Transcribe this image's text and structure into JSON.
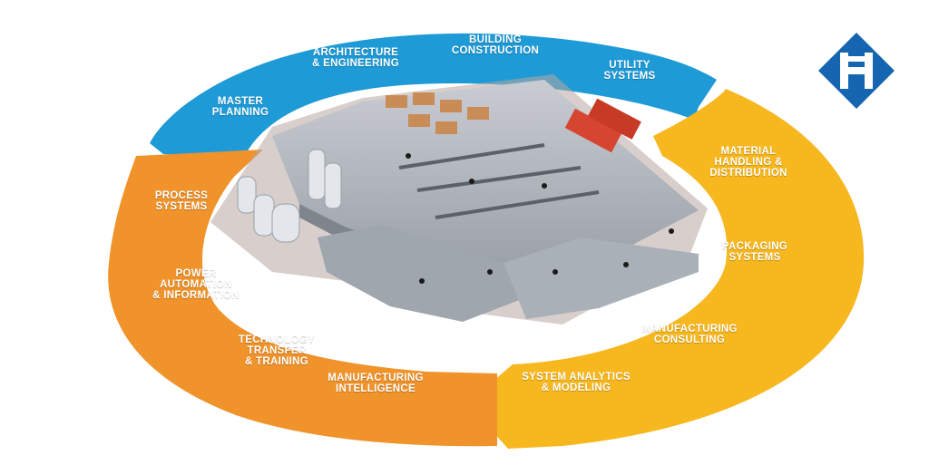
{
  "segments": {
    "blue": {
      "color": "#1E9AD6",
      "labels": [
        "MASTER\nPLANNING",
        "ARCHITECTURE\n& ENGINEERING",
        "BUILDING\nCONSTRUCTION",
        "UTILITY\nSYSTEMS"
      ]
    },
    "yellow": {
      "color": "#F7B71F",
      "labels": [
        "MATERIAL\nHANDLING &\nDISTRIBUTION",
        "PACKAGING\nSYSTEMS",
        "MANUFACTURING\nCONSULTING",
        "SYSTEM ANALYTICS\n& MODELING"
      ]
    },
    "orange": {
      "color": "#F0932B",
      "labels": [
        "PROCESS\nSYSTEMS",
        "POWER\nAUTOMATION\n& INFORMATION",
        "TECHNOLOGY\nTRANSFER\n& TRAINING",
        "MANUFACTURING\nINTELLIGENCE"
      ]
    }
  },
  "logo": {
    "icon": "diamond-h-logo",
    "color": "#1565B0"
  },
  "illustration": {
    "icon": "isometric-factory-floor"
  }
}
